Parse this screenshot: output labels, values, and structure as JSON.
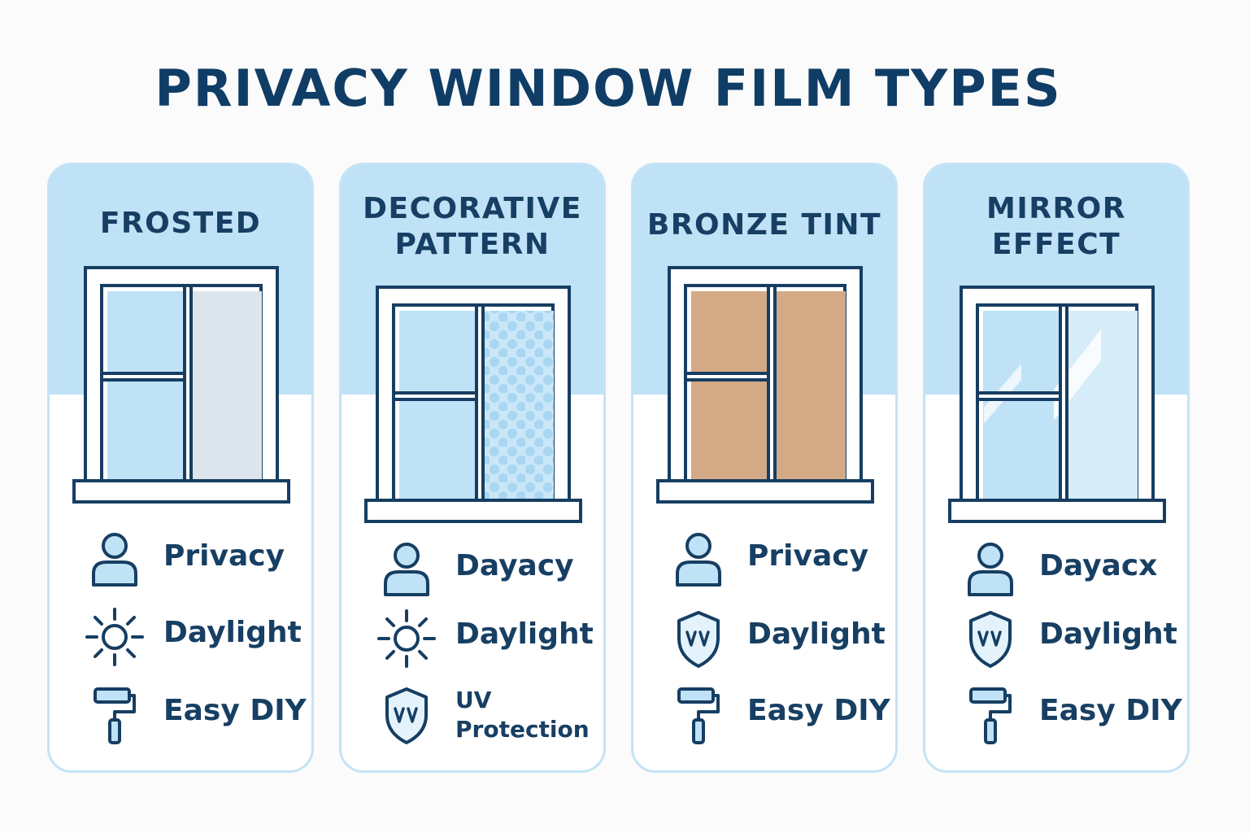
{
  "title": "PRIVACY WINDOW FILM TYPES",
  "colors": {
    "navy": "#163e62",
    "header_blue": "#c0e2f6",
    "glass_blue": "#bfe2f6",
    "frosted": "#dde6ec",
    "bronze": "#d4aa86"
  },
  "cards": [
    {
      "title": "FROSTED",
      "glass": "frosted",
      "features": [
        {
          "icon": "person-icon",
          "label": "Privacy"
        },
        {
          "icon": "sun-icon",
          "label": "Daylight"
        },
        {
          "icon": "paint-roller-icon",
          "label": "Easy DIY"
        }
      ]
    },
    {
      "title": "DECORATIVE\nPATTERN",
      "glass": "pattern",
      "features": [
        {
          "icon": "person-icon",
          "label": "Dayacy"
        },
        {
          "icon": "sun-icon",
          "label": "Daylight"
        },
        {
          "icon": "uv-shield-icon",
          "label": "UV\nProtection"
        }
      ]
    },
    {
      "title": "BRONZE TINT",
      "glass": "bronze",
      "features": [
        {
          "icon": "person-icon",
          "label": "Privacy"
        },
        {
          "icon": "uv-shield-icon",
          "label": "Daylight"
        },
        {
          "icon": "paint-roller-icon",
          "label": "Easy DIY"
        }
      ]
    },
    {
      "title": "MIRROR\nEFFECT",
      "glass": "mirror",
      "features": [
        {
          "icon": "person-icon",
          "label": "Dayacx"
        },
        {
          "icon": "uv-shield-icon",
          "label": "Daylight"
        },
        {
          "icon": "paint-roller-icon",
          "label": "Easy DIY"
        }
      ]
    }
  ]
}
